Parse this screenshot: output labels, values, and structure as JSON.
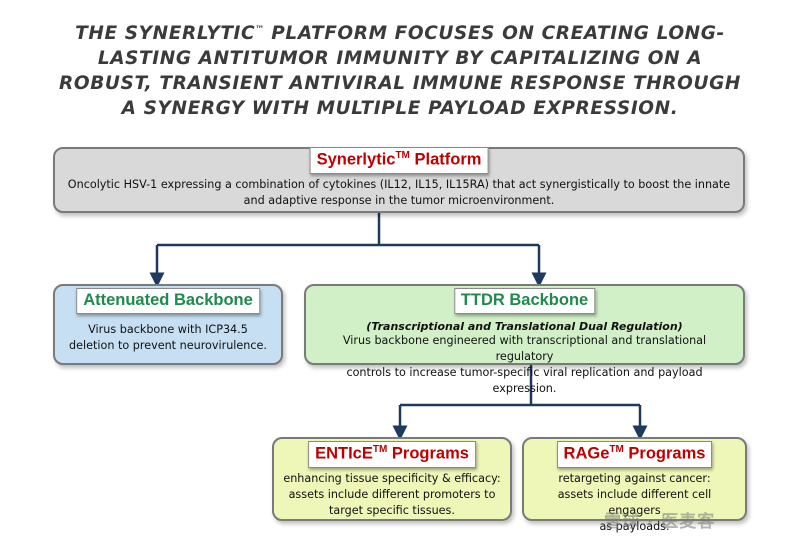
{
  "headline": {
    "line1_a": "THE SYNERLYTIC",
    "line1_tm": "™",
    "line1_b": " PLATFORM FOCUSES ON CREATING LONG-",
    "line2": "LASTING ANTITUMOR IMMUNITY BY CAPITALIZING ON A",
    "line3": "ROBUST, TRANSIENT ANTIVIRAL IMMUNE RESPONSE THROUGH",
    "line4": "A SYNERGY WITH MULTIPLE PAYLOAD EXPRESSION."
  },
  "platform": {
    "title": "Synerlytic",
    "title_tm": "TM",
    "title_rest": " Platform",
    "description": "Oncolytic HSV-1 expressing a combination of cytokines (IL12, IL15, IL15RA) that act synergistically to boost the innate and adaptive response in the tumor microenvironment."
  },
  "attenuated": {
    "title": "Attenuated Backbone",
    "line1": "Virus backbone with ICP34.5",
    "line2": "deletion to prevent neurovirulence."
  },
  "ttdr": {
    "title": "TTDR Backbone",
    "subtitle": "(Transcriptional and Translational Dual Regulation)",
    "line1": "Virus backbone engineered with transcriptional and translational regulatory",
    "line2": "controls to increase tumor-specific viral replication and payload expression."
  },
  "entice": {
    "title": "ENTIcE",
    "title_tm": "TM",
    "title_rest": " Programs",
    "line1": "enhancing tissue specificity & efficacy:",
    "line2": "assets include different promoters to",
    "line3": "target specific tissues."
  },
  "rage": {
    "title": "RAGe",
    "title_tm": "TM",
    "title_rest": " Programs",
    "line1": "retargeting against cancer:",
    "line2": "assets include different cell engagers",
    "line3": "as payloads."
  },
  "watermark": "雪球 · 医麦客",
  "colors": {
    "connector": "#1f3a5f",
    "title_red": "#c00000",
    "title_green": "#1f8a4c"
  }
}
